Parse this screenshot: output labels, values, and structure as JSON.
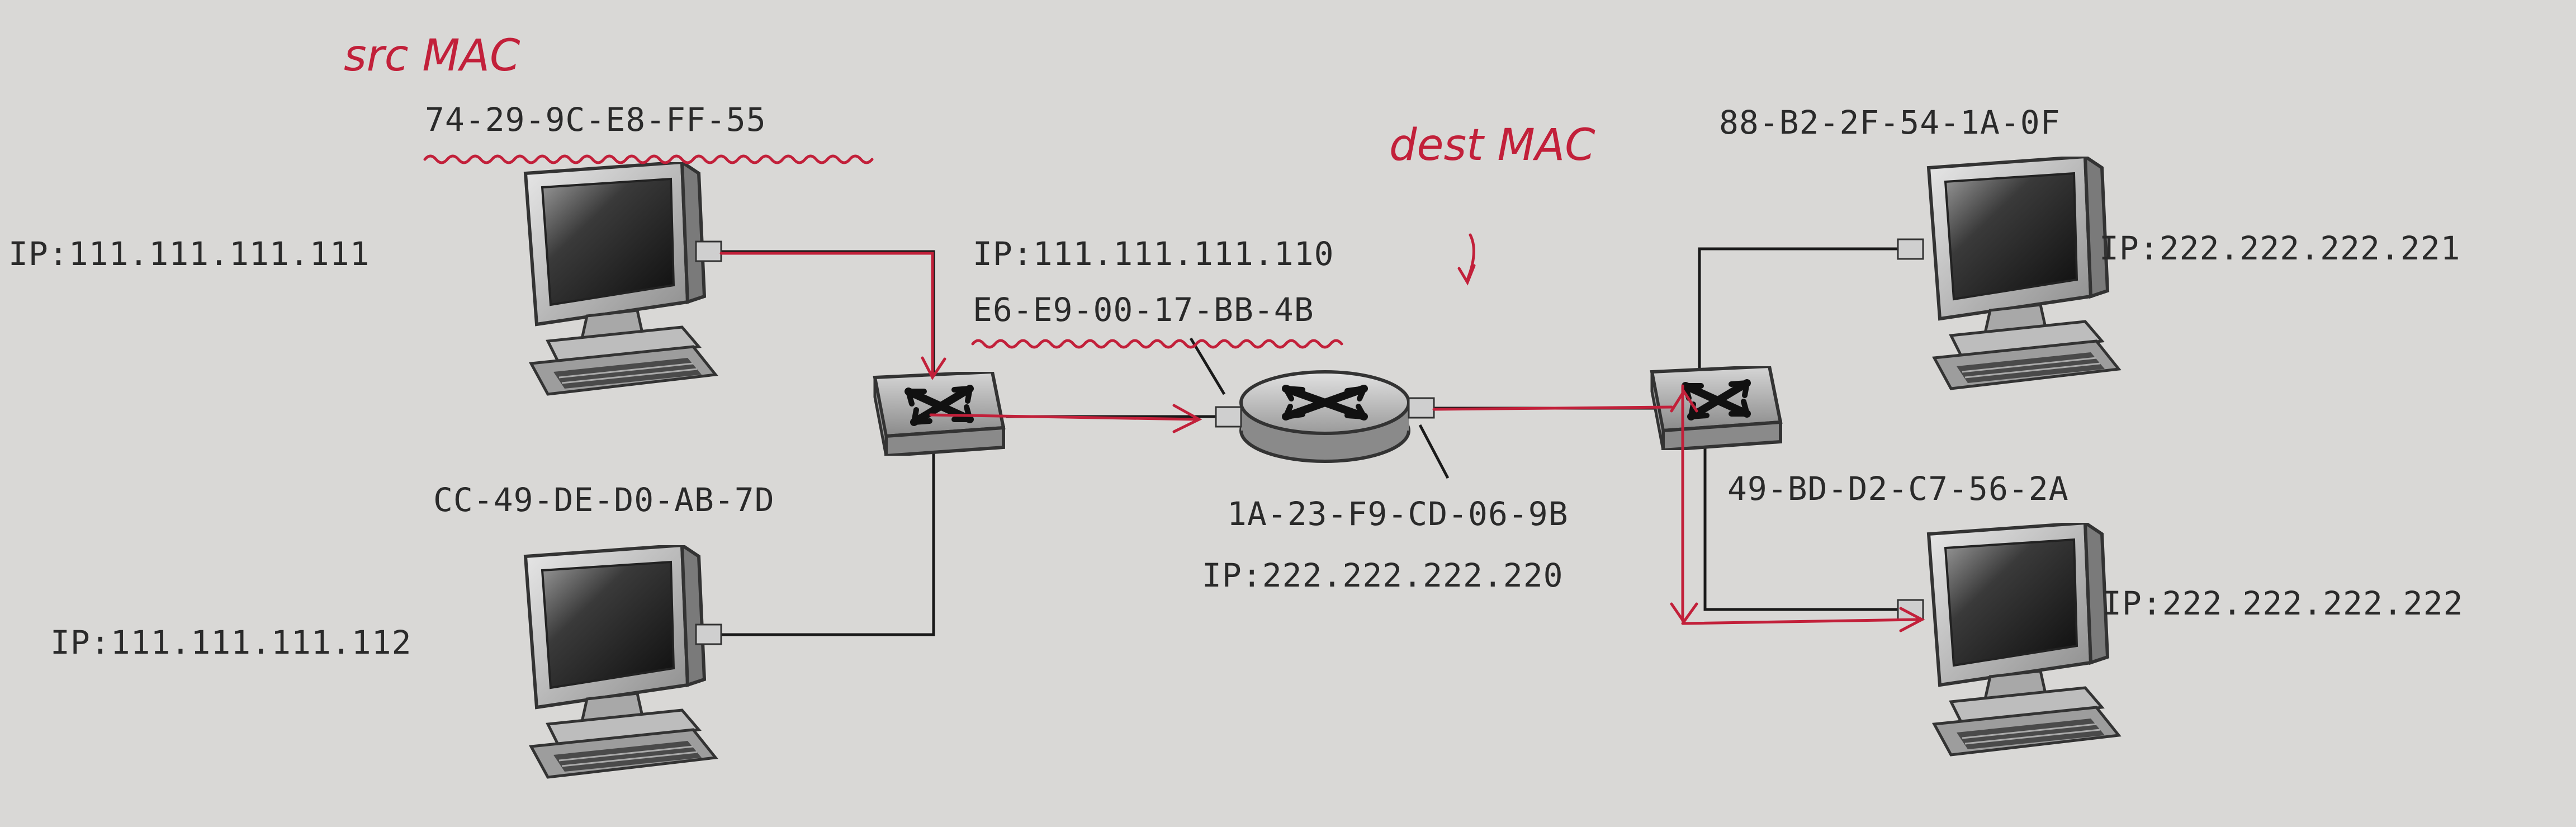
{
  "hosts": {
    "top_left": {
      "mac": "74-29-9C-E8-FF-55",
      "ip": "IP:111.111.111.111"
    },
    "bottom_left": {
      "mac": "CC-49-DE-D0-AB-7D",
      "ip": "IP:111.111.111.112"
    },
    "top_right": {
      "mac": "88-B2-2F-54-1A-0F",
      "ip": "IP:222.222.222.221"
    },
    "bottom_right": {
      "mac": "49-BD-D2-C7-56-2A",
      "ip": "IP:222.222.222.222"
    }
  },
  "router": {
    "left_ip": "IP:111.111.111.110",
    "left_mac": "E6-E9-00-17-BB-4B",
    "right_mac": "1A-23-F9-CD-06-9B",
    "right_ip": "IP:222.222.222.220"
  },
  "annotations": {
    "src_mac": "src MAC",
    "dest_mac": "dest MAC",
    "color": "#c2203a"
  }
}
